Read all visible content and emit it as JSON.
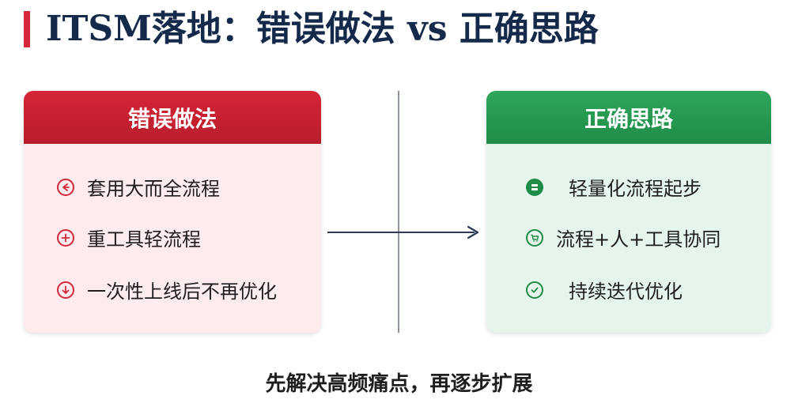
{
  "title": "ITSM落地：错误做法 vs 正确思路",
  "wrong_panel": {
    "header": "错误做法",
    "items": [
      {
        "label": "套用大而全流程",
        "icon": "circle-left-arrow-icon"
      },
      {
        "label": "重工具轻流程",
        "icon": "circle-plus-icon"
      },
      {
        "label": "一次性上线后不再优化",
        "icon": "circle-down-arrow-icon"
      }
    ]
  },
  "right_panel": {
    "header": "正确思路",
    "items": [
      {
        "label": "轻量化流程起步",
        "icon": "stack-icon"
      },
      {
        "label": "流程+人+工具协同",
        "icon": "cart-icon"
      },
      {
        "label": "持续迭代优化",
        "icon": "check-circle-icon"
      }
    ]
  },
  "footer": "先解决高频痛点，再逐步扩展",
  "colors": {
    "title": "#152a4a",
    "accent_red": "#d2283a",
    "accent_green": "#1f8c48",
    "wrong_bg": "#fdebee",
    "right_bg": "#e6f5ec"
  }
}
